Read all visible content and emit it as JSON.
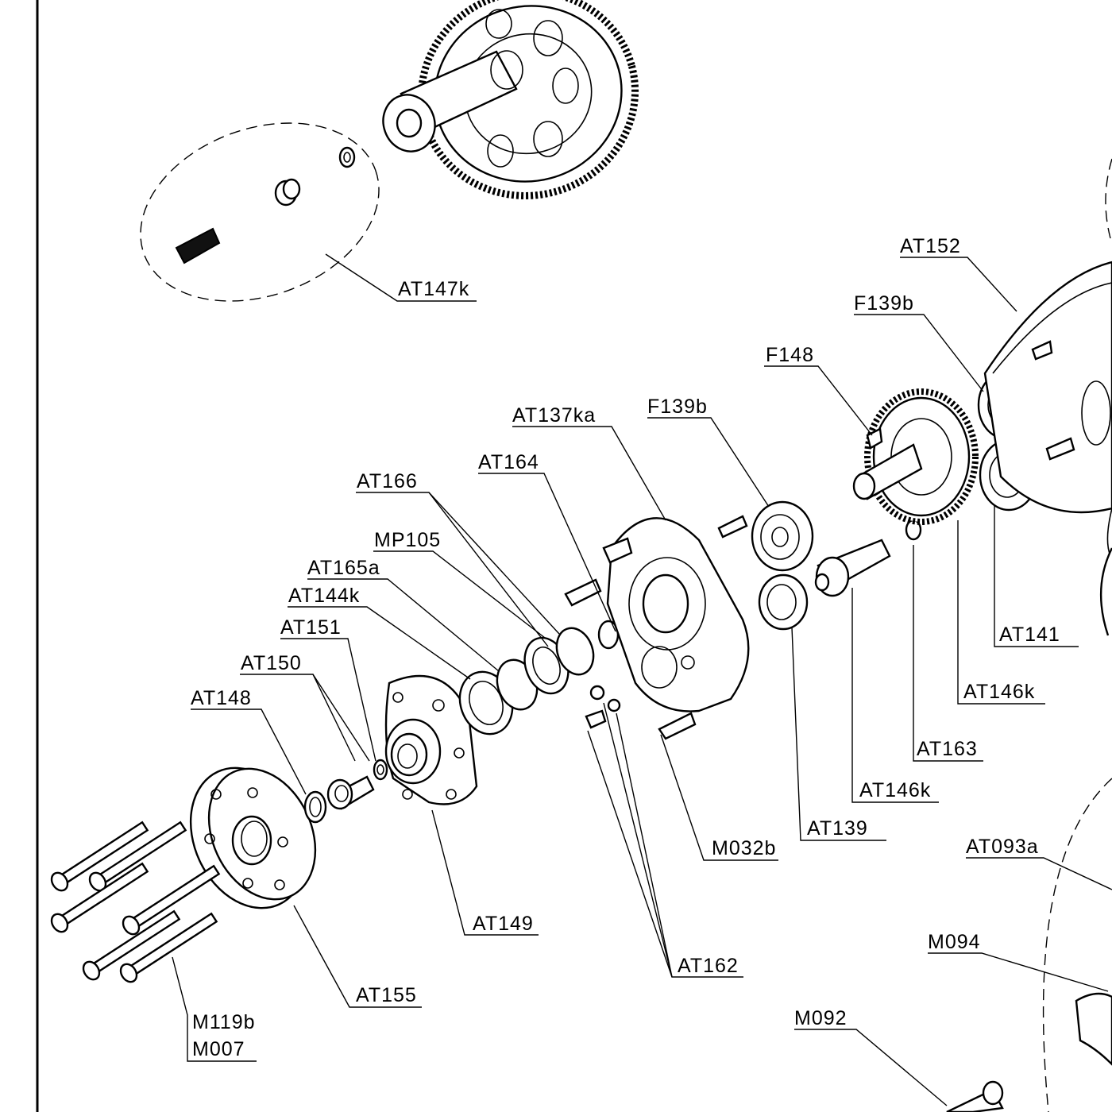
{
  "labels": {
    "at147k": "AT147k",
    "at152": "AT152",
    "f139b_top": "F139b",
    "f148": "F148",
    "f139b": "F139b",
    "at137ka": "AT137ka",
    "at164": "AT164",
    "at166": "AT166",
    "mp105": "MP105",
    "at165a": "AT165a",
    "at144k": "AT144k",
    "at151": "AT151",
    "at150": "AT150",
    "at148": "AT148",
    "at141": "AT141",
    "at146k_gear": "AT146k",
    "at163": "AT163",
    "at146k_pinion": "AT146k",
    "at139": "AT139",
    "m032b": "M032b",
    "at093a": "AT093a",
    "at149": "AT149",
    "at162": "AT162",
    "m094": "M094",
    "at155": "AT155",
    "m092": "M092",
    "m119b": "M119b",
    "m007": "M007"
  }
}
